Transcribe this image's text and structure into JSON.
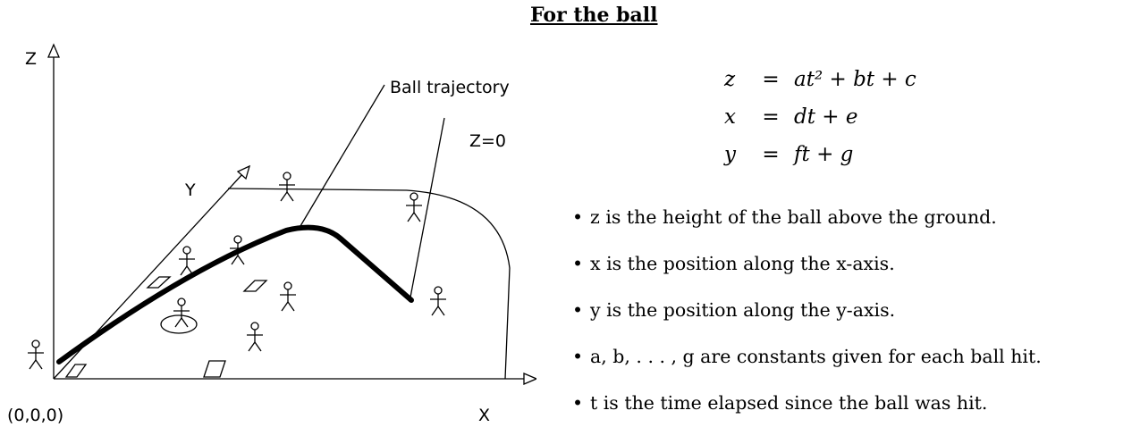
{
  "title": "For the ball",
  "diagram": {
    "axis_z": "Z",
    "axis_y": "Y",
    "axis_x": "X",
    "origin": "(0,0,0)",
    "trajectory_label": "Ball trajectory",
    "ground_label": "Z=0"
  },
  "equations": [
    {
      "lhs": "z",
      "op": "=",
      "rhs": "at² + bt + c"
    },
    {
      "lhs": "x",
      "op": "=",
      "rhs": "dt + e"
    },
    {
      "lhs": "y",
      "op": "=",
      "rhs": "ft + g"
    }
  ],
  "bullets": [
    "z is the height of the ball above the ground.",
    "x is the position along the x-axis.",
    "y is the position along the y-axis.",
    "a, b, . . . , g are constants given for each ball hit.",
    "t is the time elapsed since the ball was hit."
  ]
}
